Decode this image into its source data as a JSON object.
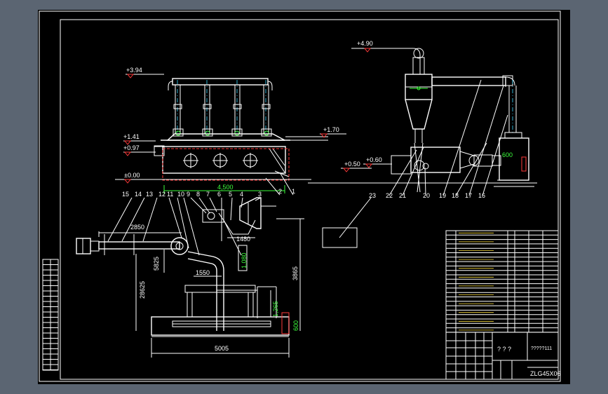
{
  "elevations": {
    "e394": "+3.94",
    "e141": "+1.41",
    "e097": "+0.97",
    "e000": "±0.00",
    "e170": "+1.70",
    "e490": "+4.90",
    "e050": "+0.50",
    "e060": "+0.60"
  },
  "dimensions": {
    "d4500": "4,500",
    "d600_right": "600",
    "d2850": "2850",
    "d5825": "5825",
    "d1480": "1480",
    "d1080": "1,080",
    "d1550": "1550",
    "d28625": "28625",
    "d3865": "3865",
    "d1265": "1,265",
    "d600_low": "600",
    "d5005": "5005"
  },
  "part_numbers_top": [
    "15",
    "14",
    "13",
    "12",
    "11",
    "10",
    "9",
    "8",
    "7",
    "6",
    "5",
    "4",
    "3",
    "2",
    "1"
  ],
  "part_numbers_right": [
    "23",
    "22",
    "21",
    "20",
    "19",
    "18",
    "17",
    "16"
  ],
  "title_block": {
    "chars": "? ? ?",
    "drawing_no": "?????111",
    "code": "ZLG45X06"
  }
}
